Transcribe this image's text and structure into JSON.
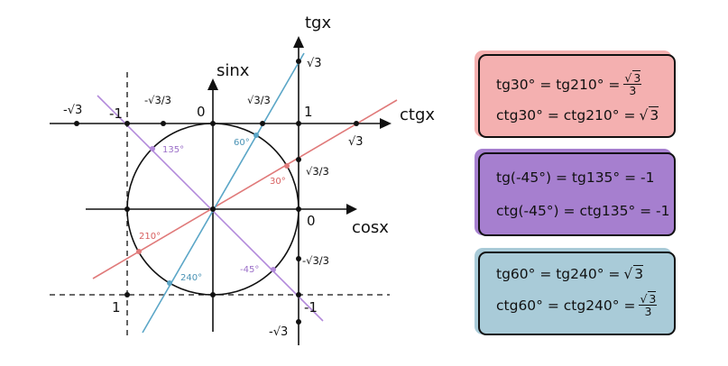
{
  "axes": {
    "tg": "tgx",
    "sin": "sinx",
    "ctg": "ctgx",
    "cos": "cosx"
  },
  "ticks": {
    "zero_top": "0",
    "zero_right": "0",
    "one_sin": "1",
    "one_cos_neg": "1",
    "minus_one_tg": "-1",
    "minus_one_ctg": "-1",
    "sqrt3": "√3",
    "sqrt3_over_3": "√3/3",
    "minus_sqrt3": "-√3",
    "minus_sqrt3_over_3": "-√3/3"
  },
  "angles": {
    "a30": "30°",
    "a60": "60°",
    "a135": "135°",
    "a210": "210°",
    "a240": "240°",
    "am45": "-45°"
  },
  "colors": {
    "pink": "#f4b0b0",
    "pink_line": "#e07a7a",
    "purple": "#a67fcf",
    "purple_line": "#b38adb",
    "blue": "#a9cbd8",
    "blue_line": "#5ba6c7"
  },
  "cards": {
    "c1": {
      "l1_text": "tg30° = tg210° =",
      "l1_num": "3",
      "l1_den": "3",
      "l2_text": "ctg30° = ctg210° =",
      "l2_rad": "3"
    },
    "c2": {
      "l1": "tg(-45°) = tg135° = -1",
      "l2": "ctg(-45°) = ctg135° = -1"
    },
    "c3": {
      "l1_text": "tg60° = tg240° =",
      "l1_rad": "3",
      "l2_text": "ctg60° = ctg240° =",
      "l2_num": "3",
      "l2_den": "3"
    }
  }
}
